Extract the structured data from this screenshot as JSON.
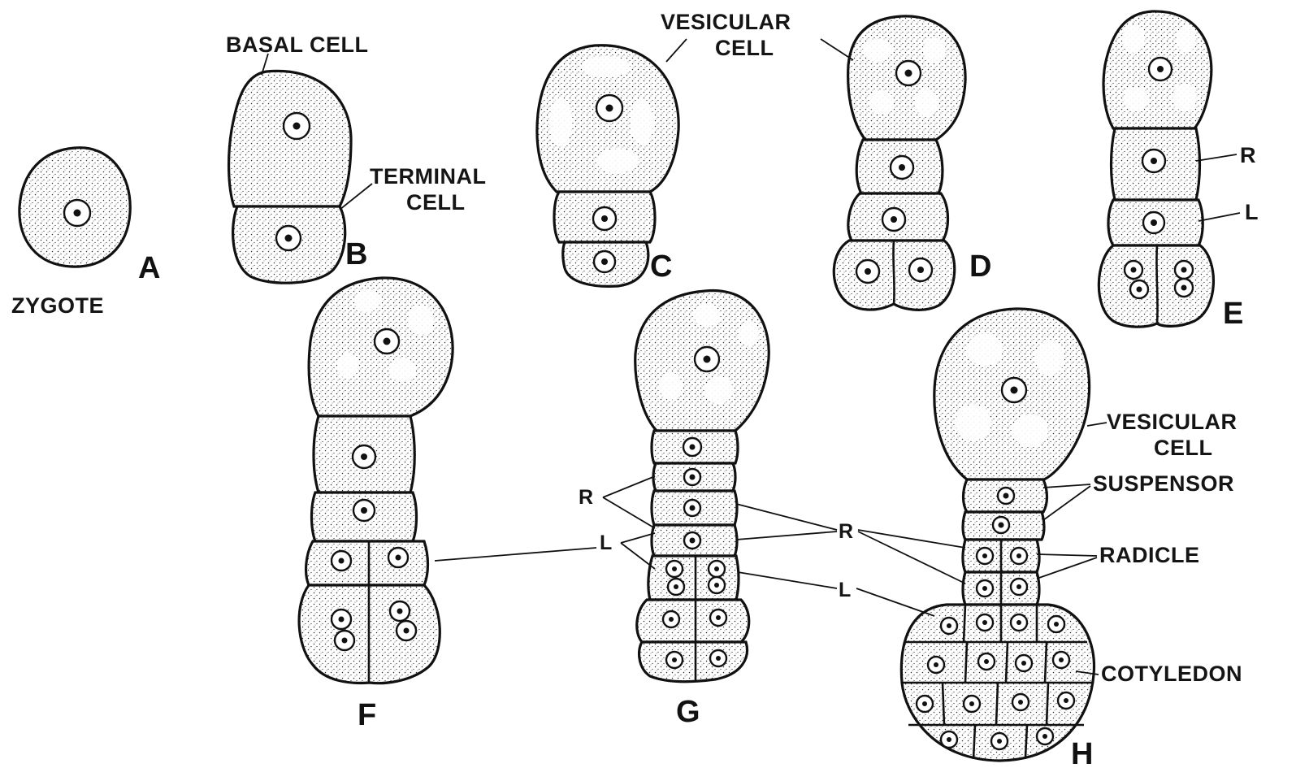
{
  "stages": {
    "A": {
      "letter": "A",
      "caption": "ZYGOTE"
    },
    "B": {
      "letter": "B",
      "basal_label": "BASAL CELL",
      "terminal_label_1": "TERMINAL",
      "terminal_label_2": "CELL"
    },
    "C": {
      "letter": "C",
      "vesicular_label_1": "VESICULAR",
      "vesicular_label_2": "CELL"
    },
    "D": {
      "letter": "D"
    },
    "E": {
      "letter": "E",
      "r_label": "R",
      "l_label": "L"
    },
    "F": {
      "letter": "F"
    },
    "G": {
      "letter": "G",
      "r_label": "R",
      "l_label": "L"
    },
    "H": {
      "letter": "H",
      "vesicular_label_1": "VESICULAR",
      "vesicular_label_2": "CELL",
      "suspensor_label": "SUSPENSOR",
      "radicle_label": "RADICLE",
      "cotyledon_label": "COTYLEDON"
    }
  },
  "shared_labels": {
    "r": "R",
    "l": "L"
  }
}
